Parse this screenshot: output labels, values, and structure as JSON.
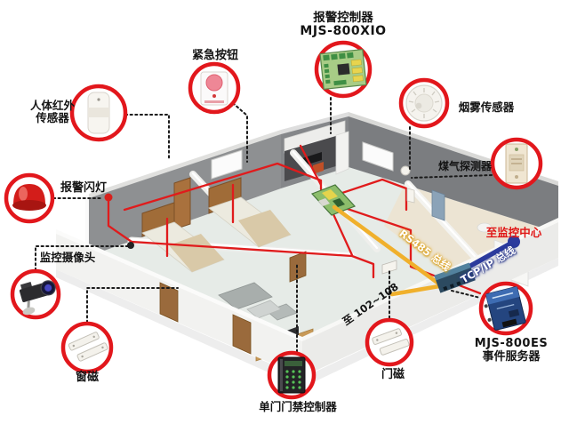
{
  "diagram": {
    "kind": "home-alarm-system-overview",
    "colors": {
      "highlight_circle_red": "#e2171c",
      "wire_red": "#e01b1c",
      "rs485_bus_yellow": "#f0b02c",
      "tcpip_bus_blue": "#2c3b9d",
      "label_black": "#141414",
      "monitoring_center_red": "#e01515"
    },
    "labels": {
      "alarm_controller_line1": "报警控制器",
      "alarm_controller_line2": "MJS-800XIO",
      "emergency_button": "紧急按钮",
      "pir_sensor_line1": "人体红外",
      "pir_sensor_line2": "传感器",
      "alarm_strobe": "报警闪灯",
      "cctv_camera": "监控摄像头",
      "window_magnet": "窗磁",
      "door_access_controller": "单门门禁控制器",
      "door_magnet": "门磁",
      "smoke_sensor": "烟雾传感器",
      "gas_detector": "煤气探测器",
      "event_server_line1": "MJS-800ES",
      "event_server_line2": "事件服务器",
      "to_monitoring_center": "至监控中心",
      "to_rooms": "至 102~108",
      "rs485_bus": "RS485 总线",
      "tcpip_bus": "TCP/IP 总线"
    },
    "icons": [
      "alarm-controller-board-icon",
      "emergency-button-icon",
      "pir-sensor-icon",
      "alarm-strobe-icon",
      "cctv-camera-icon",
      "window-magnet-icon",
      "door-access-keypad-icon",
      "door-magnet-icon",
      "smoke-sensor-icon",
      "gas-detector-icon",
      "event-server-icon",
      "serial-converter-icon",
      "monitoring-center-dot-icon"
    ]
  }
}
